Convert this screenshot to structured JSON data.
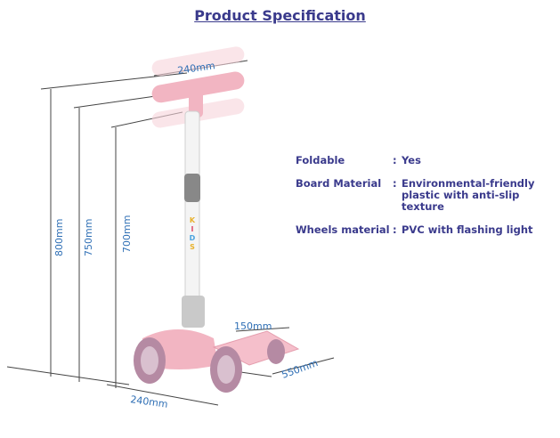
{
  "page": {
    "title": "Product Specification"
  },
  "specs": [
    {
      "label": "Foldable",
      "value": "Yes"
    },
    {
      "label": "Board Material",
      "value": "Environmental-friendly plastic with anti-slip texture"
    },
    {
      "label": "Wheels material",
      "value": "PVC with flashing light"
    }
  ],
  "dimensions": {
    "handlebar_width": "240mm",
    "height_high": "800mm",
    "height_mid": "750mm",
    "height_low": "700mm",
    "deck_width": "150mm",
    "deck_length": "550mm",
    "base_width": "240mm"
  },
  "colors": {
    "title": "#3a3a8c",
    "dimension_text": "#2f6fb5",
    "scooter_pink": "#f2b5c2"
  }
}
